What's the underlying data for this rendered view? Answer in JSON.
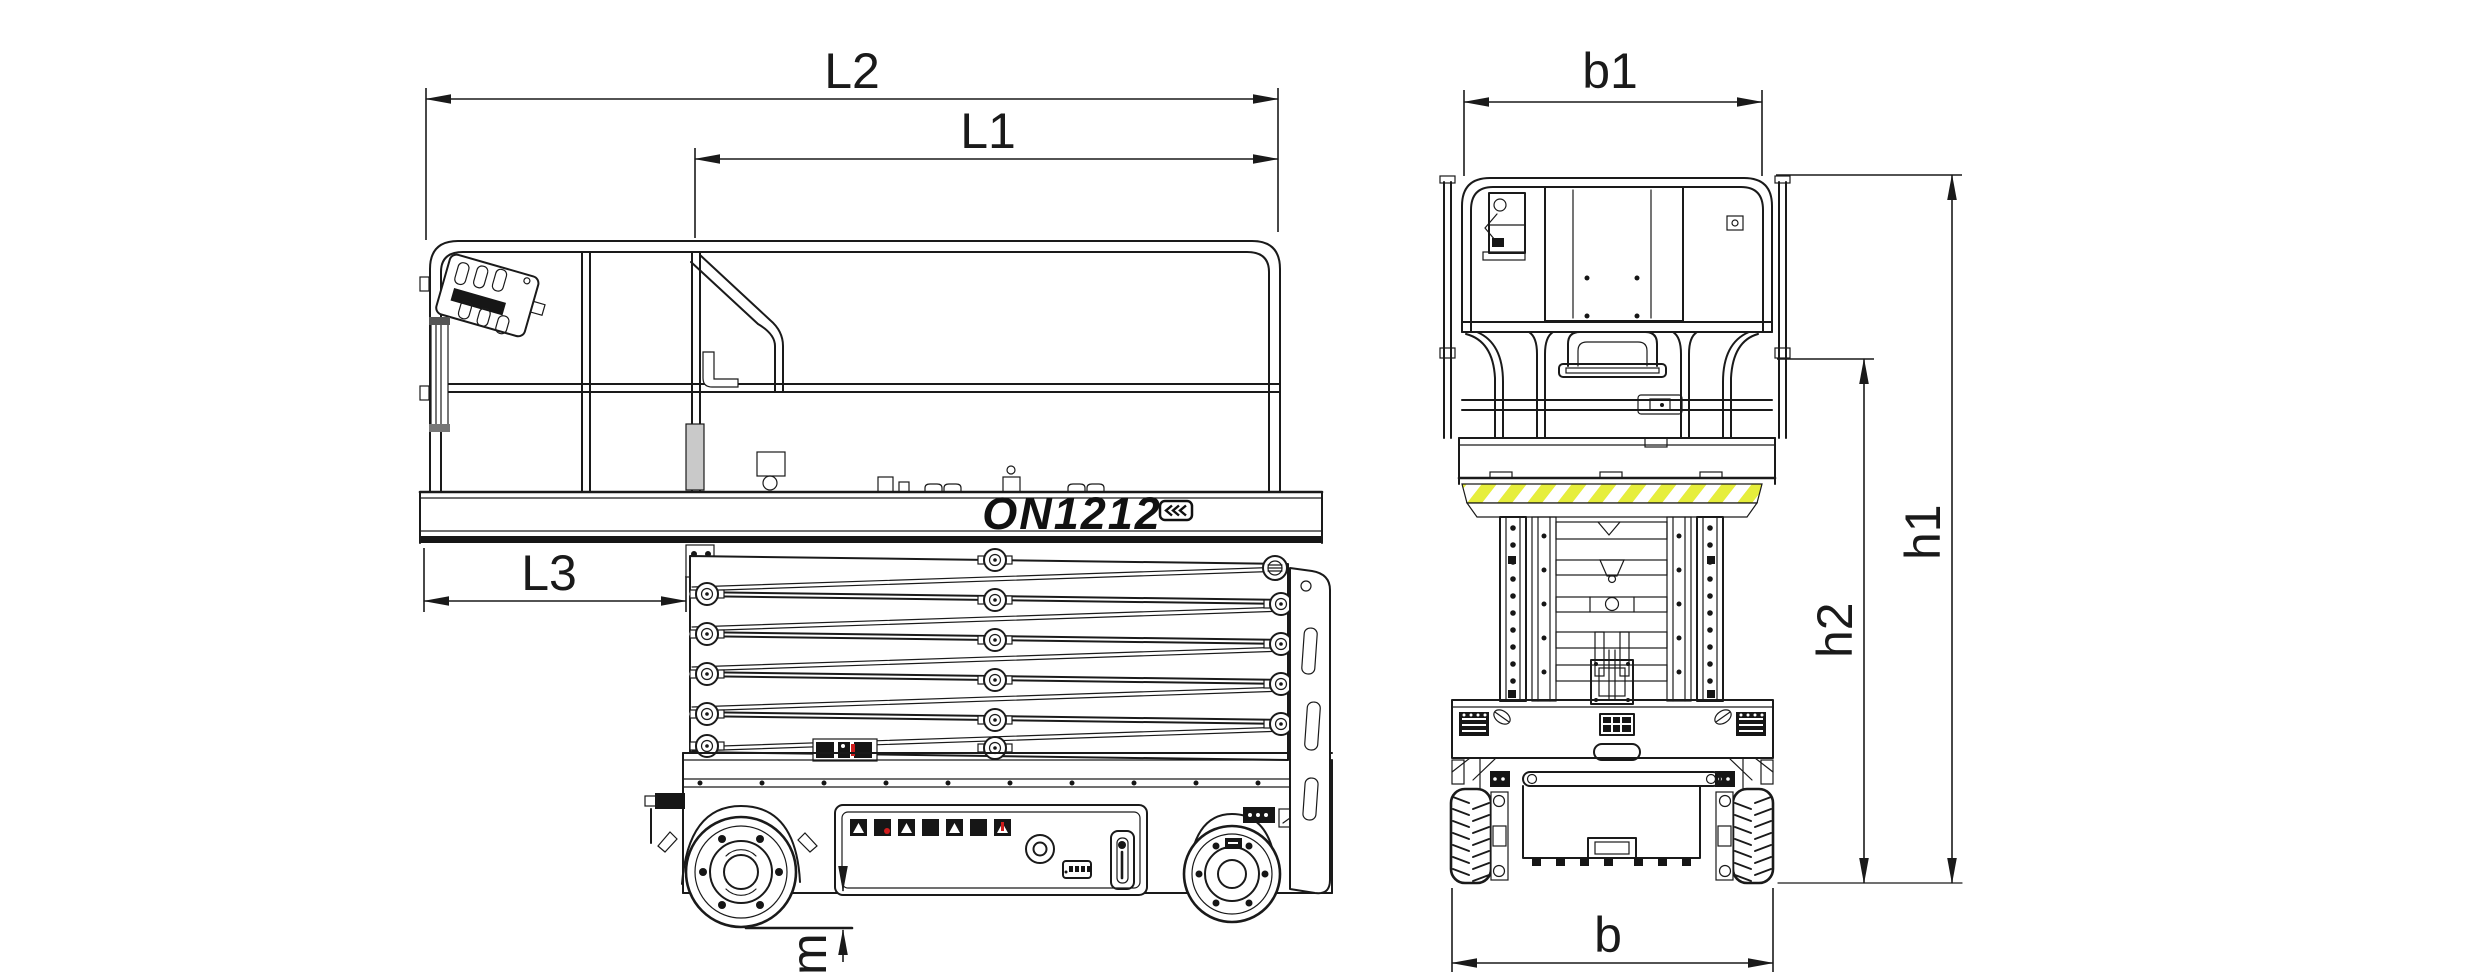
{
  "side_view": {
    "model_label": "ON1212",
    "logo_icon": "triple-chevron-left",
    "dim_labels": {
      "L2": "L2",
      "L1": "L1",
      "L3": "L3",
      "m": "m"
    }
  },
  "front_view": {
    "dim_labels": {
      "b1": "b1",
      "h1": "h1",
      "h2": "h2",
      "b": "b"
    }
  },
  "colors": {
    "line": "#1a1a1a",
    "hazard_yellow": "#e6ee3c",
    "sticker_red": "#cf1d1d",
    "sleeve_gray": "#c9c9c9",
    "background": "#ffffff"
  }
}
